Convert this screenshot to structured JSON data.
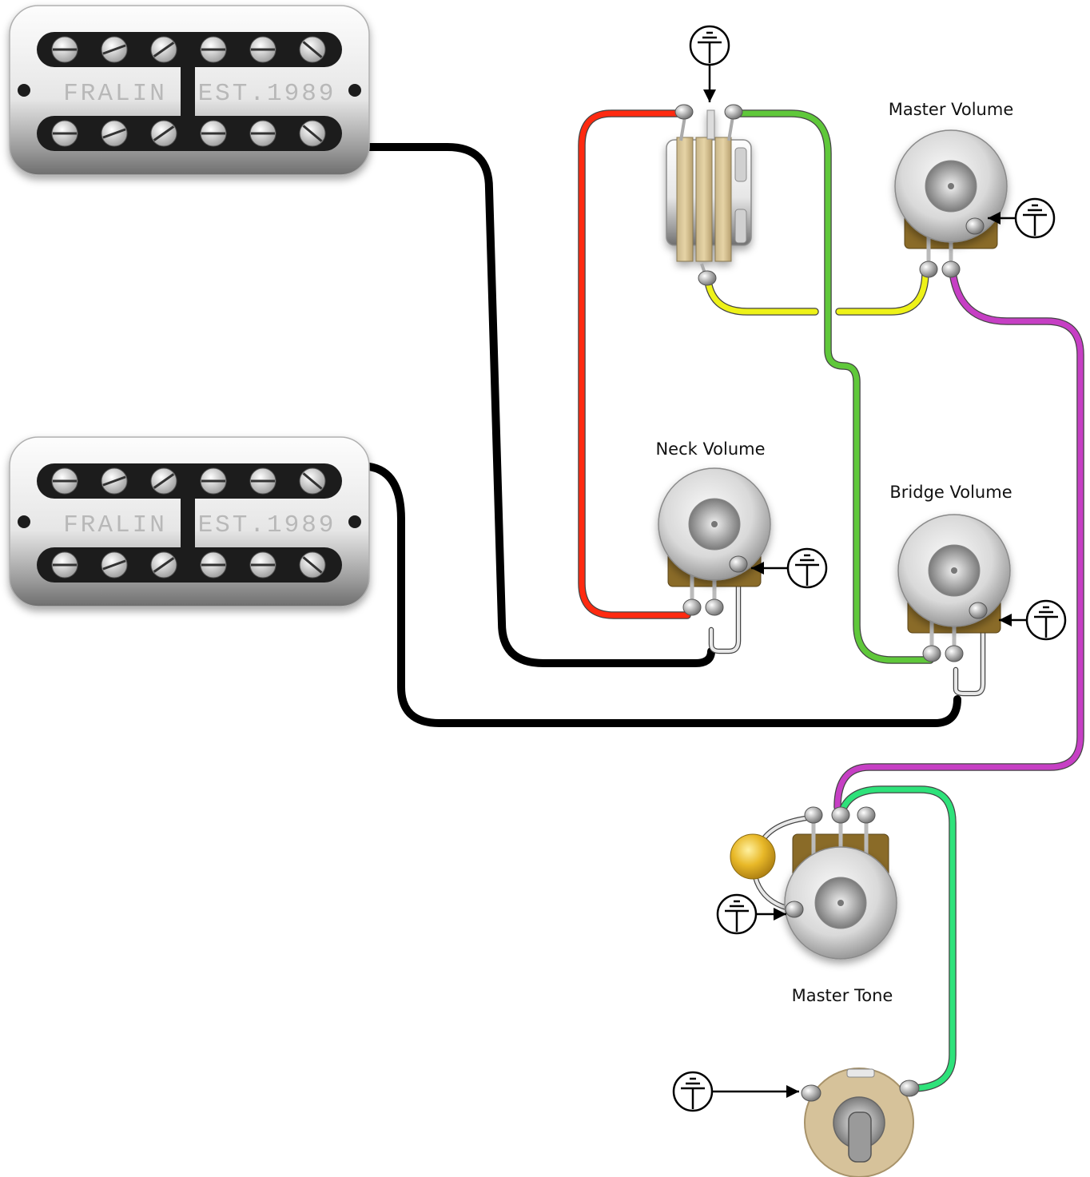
{
  "pickups": [
    {
      "left_text": "FRALIN",
      "right_text": "EST.1989"
    },
    {
      "left_text": "FRALIN",
      "right_text": "EST.1989"
    }
  ],
  "labels": {
    "master_volume": "Master Volume",
    "neck_volume": "Neck Volume",
    "bridge_volume": "Bridge Volume",
    "master_tone": "Master Tone"
  },
  "wire_colors": {
    "hot": "#000000",
    "red": "#ff2a10",
    "green": "#5fc83a",
    "yellow": "#eef218",
    "magenta": "#c63fc4",
    "mint": "#2ee27a",
    "bare": "#e8e8e8"
  },
  "icons": [
    "ground-symbol-icon",
    "pot-icon",
    "toggle-switch-icon",
    "capacitor-icon",
    "output-jack-icon"
  ]
}
